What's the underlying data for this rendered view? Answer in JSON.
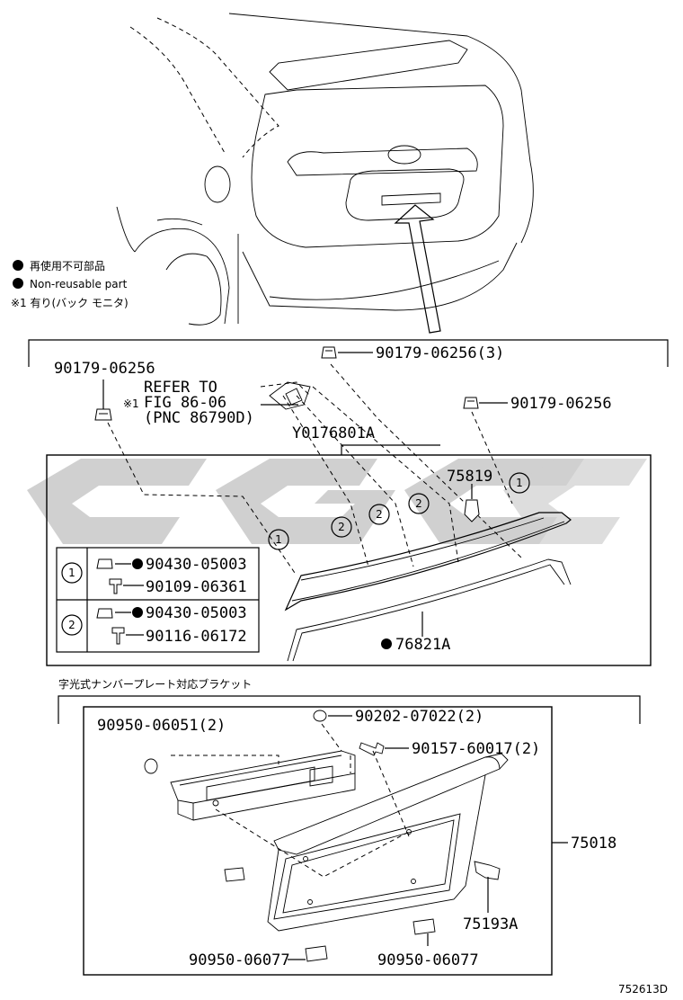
{
  "legend": {
    "non_reusable_jp": "再使用不可部品",
    "non_reusable_en": "Non-reusable part",
    "note1": "※1  有り(バック モニタ)"
  },
  "top_section": {
    "label_90179_left": "90179-06256",
    "label_90179_top": "90179-06256(3)",
    "label_90179_right": "90179-06256",
    "refer_line1": "REFER TO",
    "refer_mark": "※1",
    "refer_line2": "FIG 86-06",
    "refer_line3": "(PNC 86790D)",
    "label_y0176801a": "Y0176801A",
    "label_75819": "75819",
    "label_76821a": "76821A",
    "callout_1": "1",
    "callout_2": "2"
  },
  "fastener_table": {
    "rows": [
      {
        "num": "1",
        "part_a": "90430-05003",
        "part_b": "90109-06361"
      },
      {
        "num": "2",
        "part_a": "90430-05003",
        "part_b": "90116-06172"
      }
    ]
  },
  "bottom_section": {
    "title": "字光式ナンバープレート対応ブラケット",
    "label_90950_06051": "90950-06051(2)",
    "label_90202": "90202-07022(2)",
    "label_90157": "90157-60017(2)",
    "label_75018": "75018",
    "label_75193a": "75193A",
    "label_90950_06077_a": "90950-06077",
    "label_90950_06077_b": "90950-06077"
  },
  "watermark": "cgc",
  "figure_id": "752613D"
}
